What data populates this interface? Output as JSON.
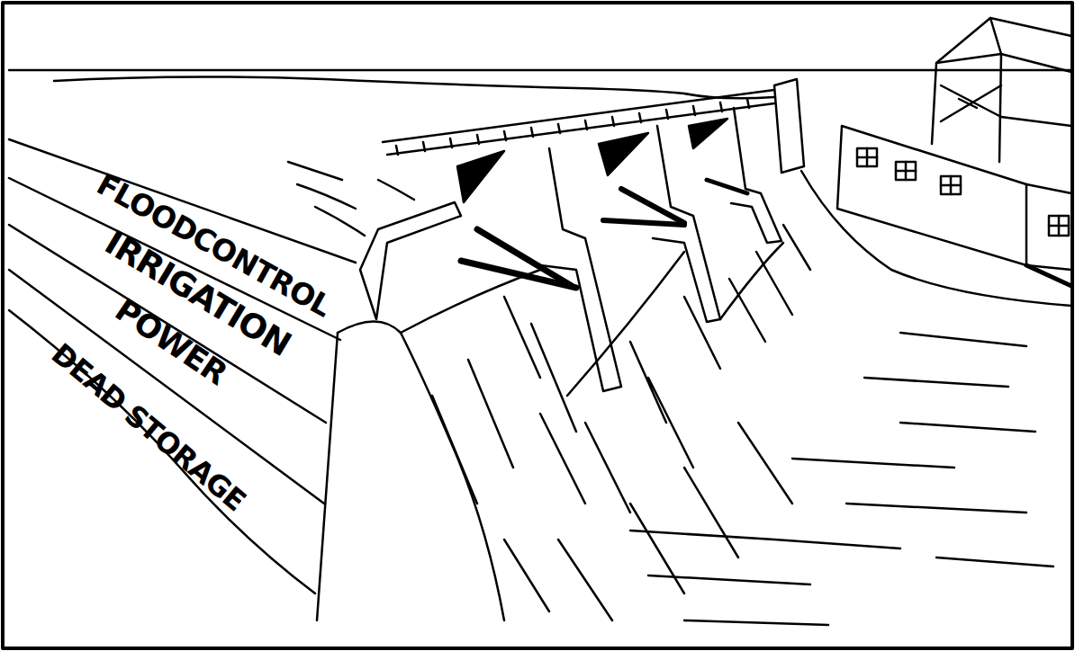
{
  "diagram": {
    "nodes": [
      {
        "text": [
          "FLOODCONTROL"
        ]
      },
      {
        "text": [
          "IRRIGATION"
        ]
      },
      {
        "text": [
          "POWER"
        ]
      },
      {
        "text": [
          "DEAD STORAGE"
        ]
      }
    ]
  }
}
